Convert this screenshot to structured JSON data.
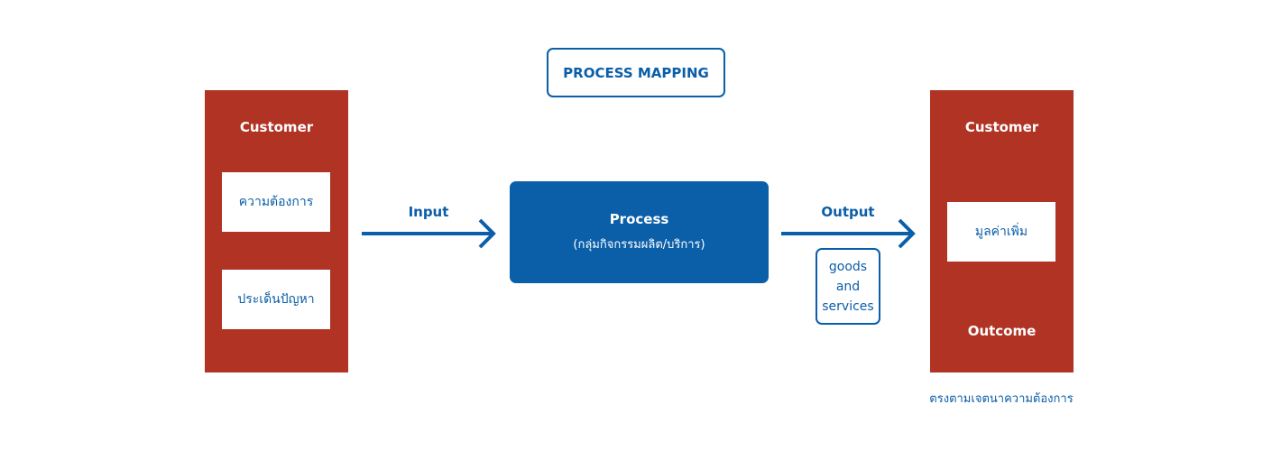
{
  "title": "PROCESS MAPPING",
  "colors": {
    "accent_red": "#b03324",
    "accent_blue": "#0b5ea8"
  },
  "left_column": {
    "heading": "Customer",
    "items": [
      "ความต้องการ",
      "ประเด็นปัญหา"
    ]
  },
  "input": {
    "label": "Input",
    "icon": "arrow-right-icon"
  },
  "process": {
    "title": "Process",
    "subtitle": "(กลุ่มกิจกรรมผลิต/บริการ)"
  },
  "output": {
    "label": "Output",
    "icon": "arrow-right-icon",
    "note_lines": [
      "goods",
      "and",
      "services"
    ]
  },
  "right_column": {
    "heading": "Customer",
    "item": "มูลค่าเพิ่ม",
    "footer": "Outcome",
    "caption": "ตรงตามเจตนาความต้องการ"
  }
}
